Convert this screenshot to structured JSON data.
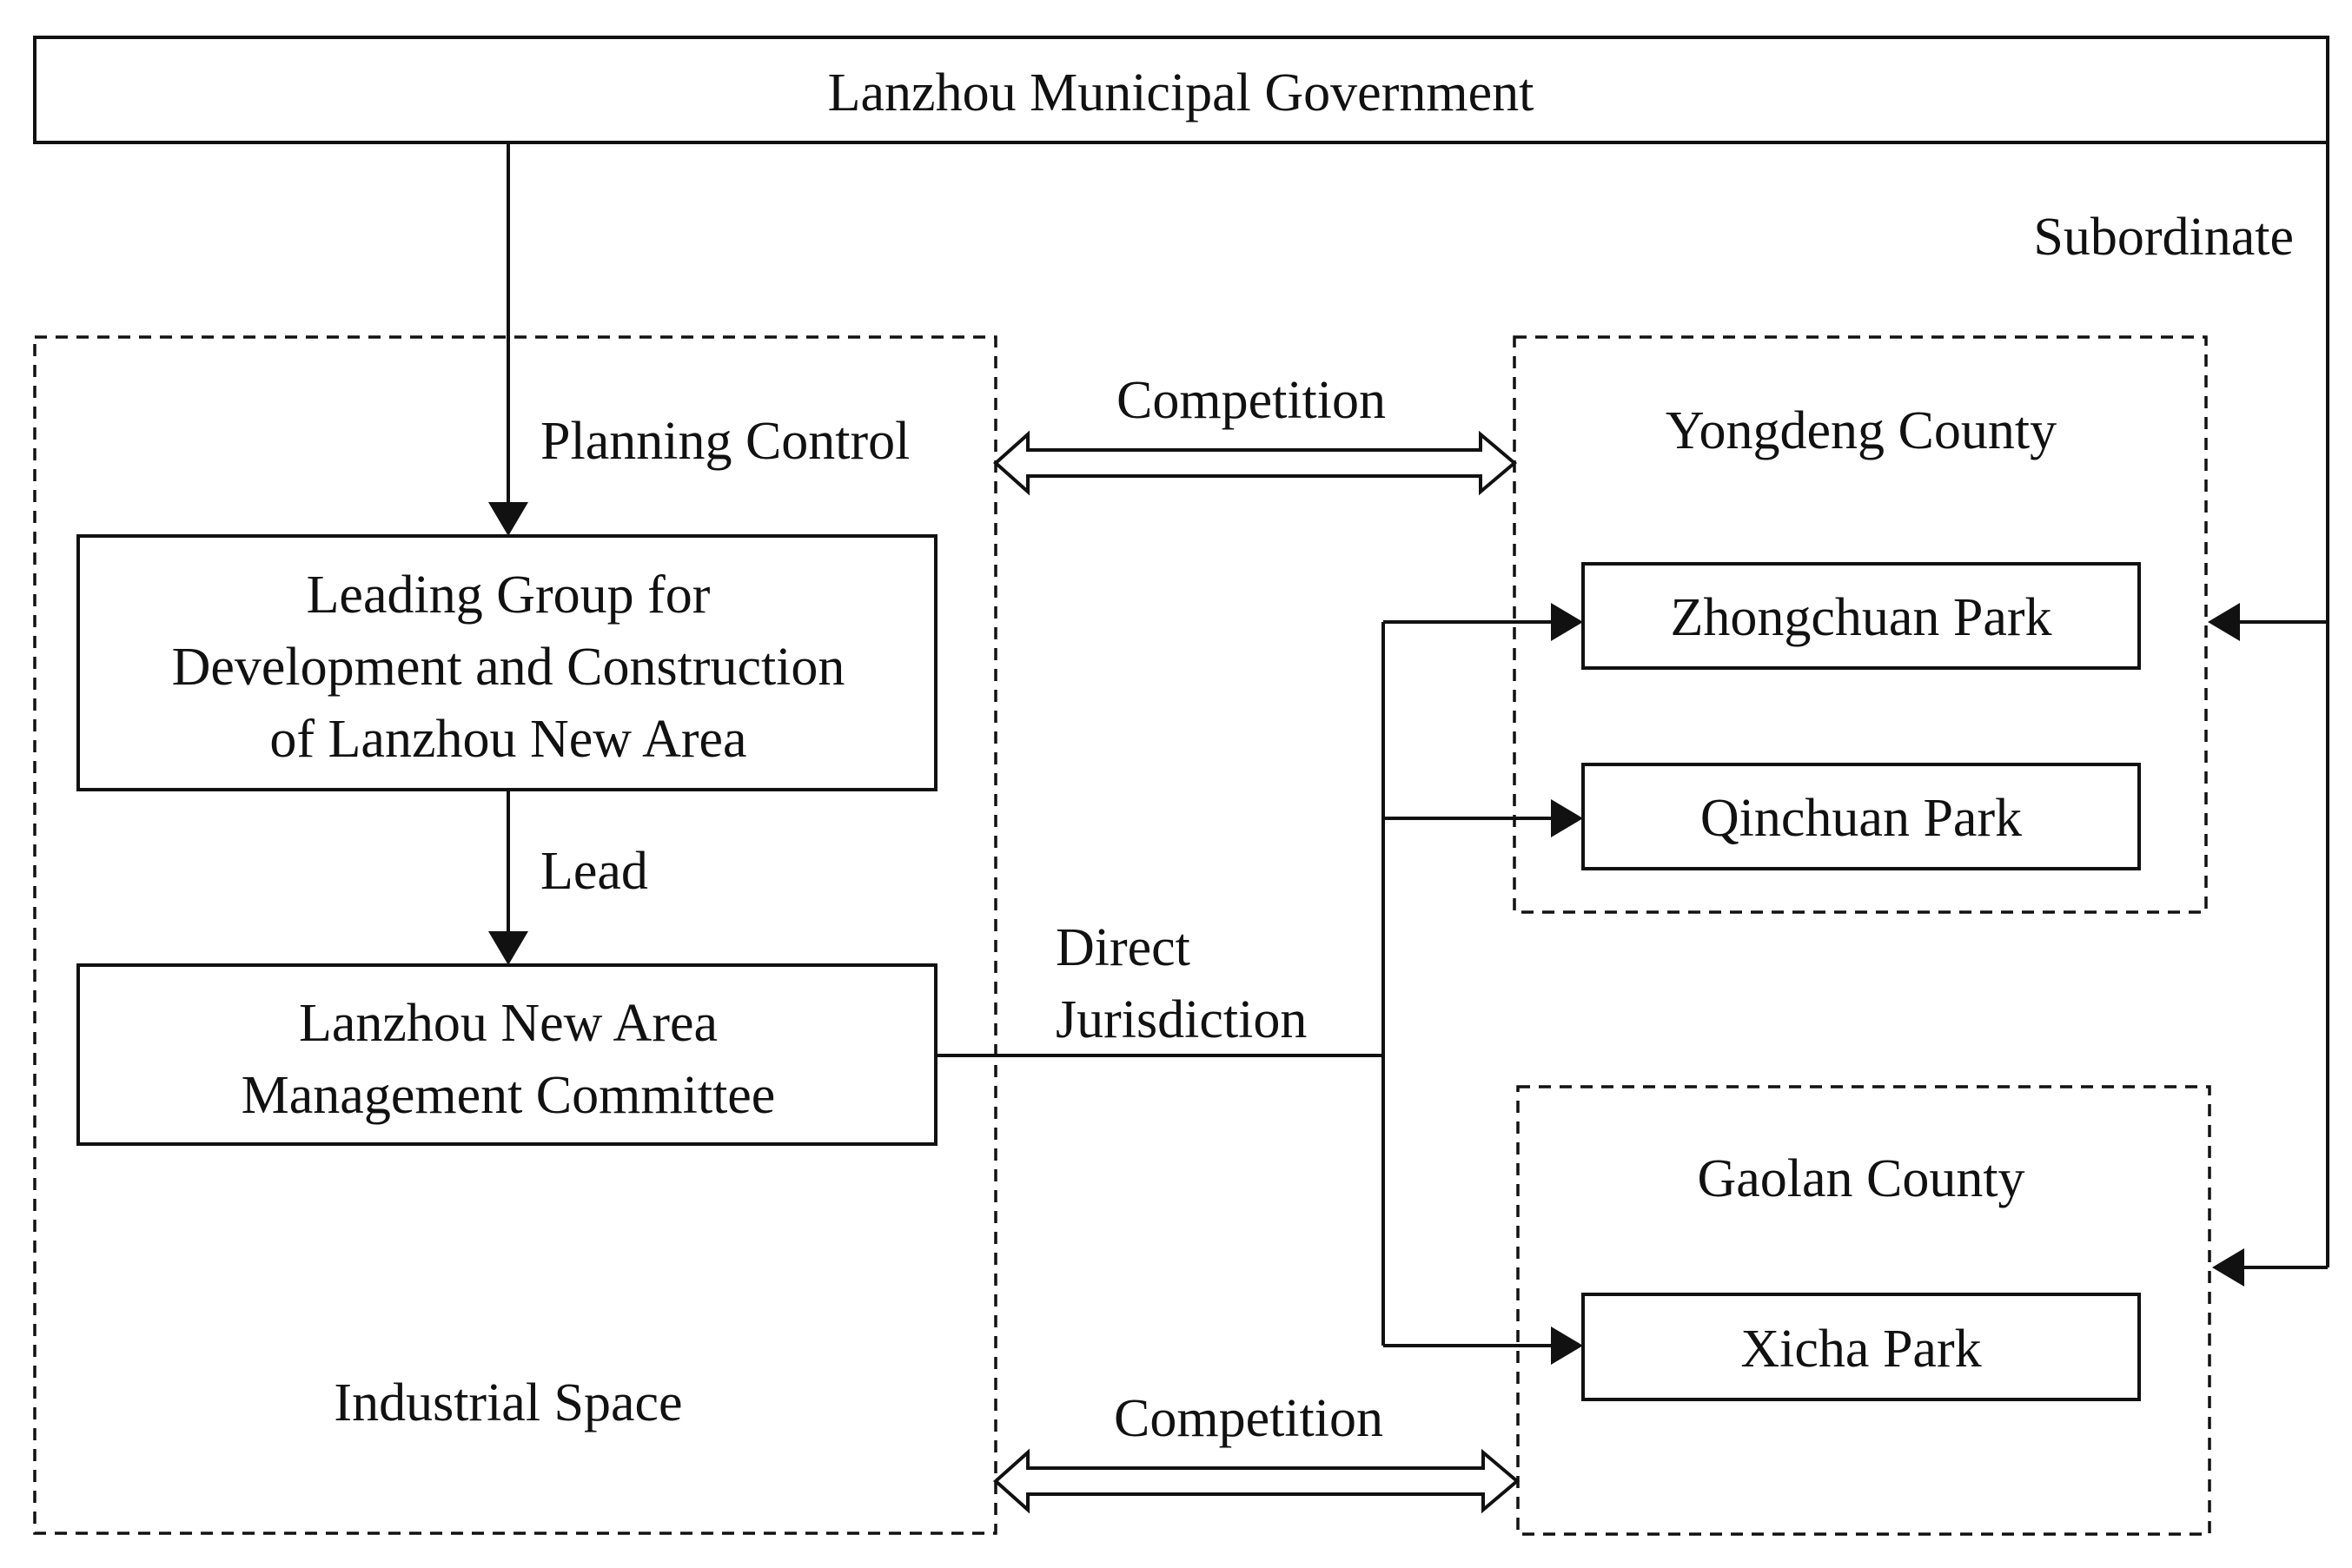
{
  "nodes": {
    "government": "Lanzhou Municipal Government",
    "leading_group": [
      "Leading Group for",
      "Development and Construction",
      "of Lanzhou New Area"
    ],
    "committee": [
      "Lanzhou New Area",
      "Management Committee"
    ],
    "zhongchuan": "Zhongchuan Park",
    "qinchuan": "Qinchuan Park",
    "xicha": "Xicha Park"
  },
  "groups": {
    "industrial_space": "Industrial Space",
    "yongdeng": "Yongdeng County",
    "gaolan": "Gaolan County"
  },
  "edges": {
    "subordinate": "Subordinate",
    "planning_control": "Planning Control",
    "lead": "Lead",
    "direct_jurisdiction": [
      "Direct",
      "Jurisdiction"
    ],
    "competition_top": "Competition",
    "competition_bottom": "Competition"
  }
}
